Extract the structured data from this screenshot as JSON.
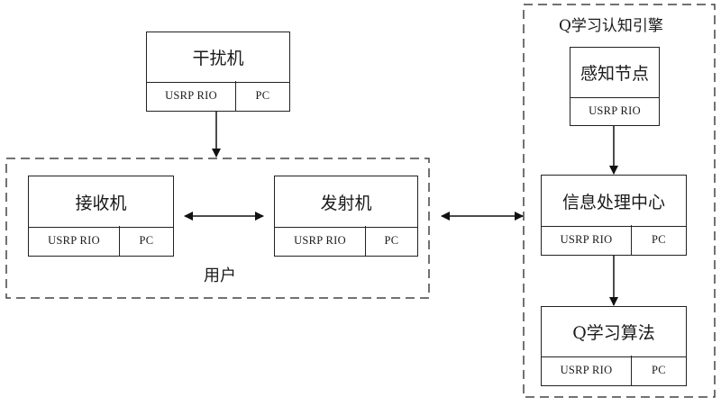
{
  "groups": {
    "user": {
      "label": "用户"
    },
    "engine": {
      "label": "Q学习认知引擎"
    }
  },
  "nodes": {
    "jammer": {
      "title": "干扰机",
      "parts": [
        "USRP RIO",
        "PC"
      ]
    },
    "receiver": {
      "title": "接收机",
      "parts": [
        "USRP RIO",
        "PC"
      ]
    },
    "transmitter": {
      "title": "发射机",
      "parts": [
        "USRP RIO",
        "PC"
      ]
    },
    "sensing_node": {
      "title": "感知节点",
      "parts": [
        "USRP RIO"
      ]
    },
    "info_center": {
      "title": "信息处理中心",
      "parts": [
        "USRP RIO",
        "PC"
      ]
    },
    "q_algorithm": {
      "title": "Q学习算法",
      "parts": [
        "USRP RIO",
        "PC"
      ]
    }
  },
  "edges": [
    {
      "from": "jammer",
      "to": "user",
      "type": "directed"
    },
    {
      "from": "receiver",
      "to": "transmitter",
      "type": "bidirectional"
    },
    {
      "from": "user",
      "to": "engine",
      "type": "bidirectional"
    },
    {
      "from": "sensing_node",
      "to": "info_center",
      "type": "directed"
    },
    {
      "from": "info_center",
      "to": "q_algorithm",
      "type": "directed"
    }
  ]
}
